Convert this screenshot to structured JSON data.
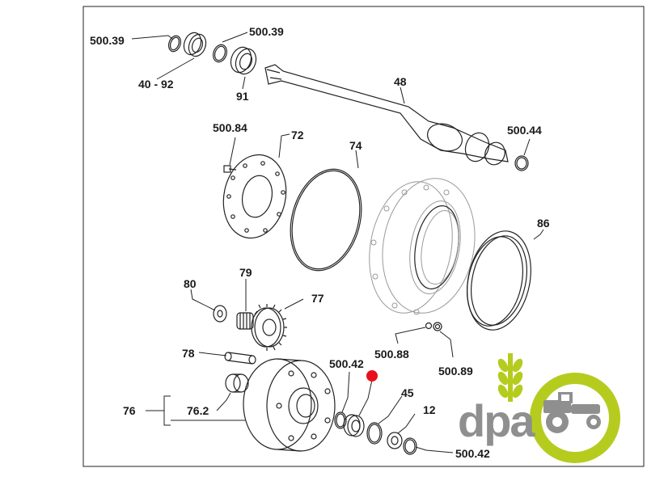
{
  "diagram": {
    "labels": {
      "l500_39_a": "500.39",
      "l500_39_b": "500.39",
      "l40_92": "40 - 92",
      "l91": "91",
      "l48": "48",
      "l500_44": "500.44",
      "l500_84": "500.84",
      "l72": "72",
      "l74": "74",
      "l86": "86",
      "l80": "80",
      "l79": "79",
      "l77": "77",
      "l78": "78",
      "l500_88": "500.88",
      "l500_89": "500.89",
      "l500_42_a": "500.42",
      "l45": "45",
      "l76": "76",
      "l76_2": "76.2",
      "l12": "12",
      "l500_42_b": "500.42"
    },
    "marker_color": "#e8101c"
  },
  "logo": {
    "text": "dpa",
    "text_color": "#8f8f8f",
    "accent_color": "#b5cc1f"
  }
}
